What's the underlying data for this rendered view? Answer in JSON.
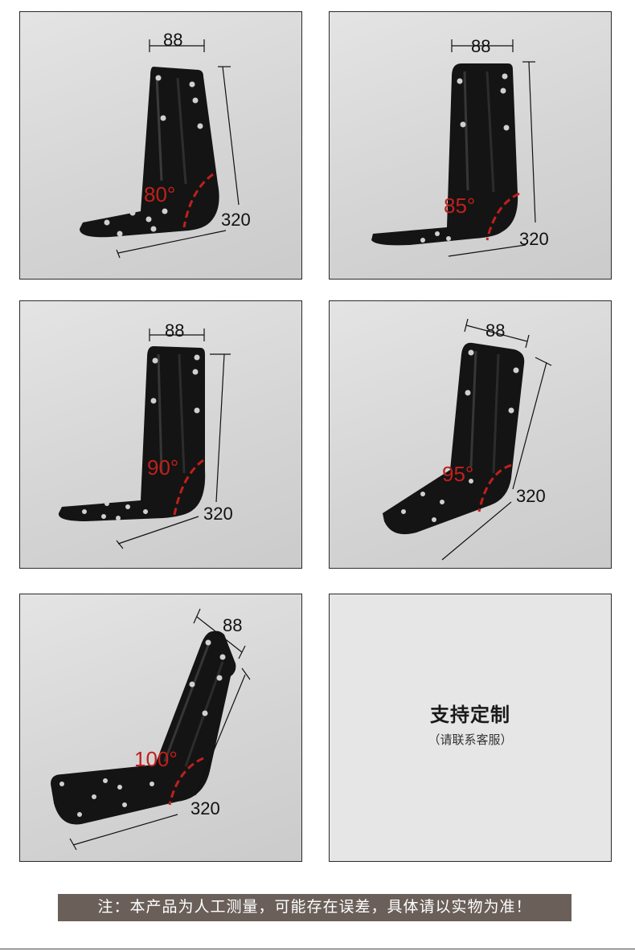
{
  "panels": [
    {
      "width_label": "88",
      "height_label": "320",
      "angle_label": "80°"
    },
    {
      "width_label": "88",
      "height_label": "320",
      "angle_label": "85°"
    },
    {
      "width_label": "88",
      "height_label": "320",
      "angle_label": "90°"
    },
    {
      "width_label": "88",
      "height_label": "320",
      "angle_label": "95°"
    },
    {
      "width_label": "88",
      "height_label": "320",
      "angle_label": "100°"
    }
  ],
  "custom": {
    "title": "支持定制",
    "subtitle": "（请联系客服）"
  },
  "note": "注：本产品为人工测量，可能存在误差，具体请以实物为准！",
  "colors": {
    "angle": "#c0201c",
    "bracket": "#151515",
    "note_bg": "#6a5f59"
  }
}
